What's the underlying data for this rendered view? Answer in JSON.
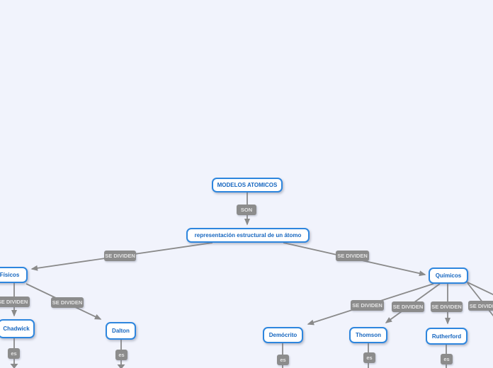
{
  "colors": {
    "background": "#f1f3fc",
    "node_fill": "#ffffff",
    "node_border": "#2e86de",
    "node_text": "#1767c0",
    "connector_line": "#8a8a8a",
    "connector_label_bg": "#8c8c8c",
    "connector_label_text": "#e3e3e3"
  },
  "diagram": {
    "title_node": "MODELOS ATOMICOS",
    "nodes": [
      {
        "id": "modelos-atomicos",
        "label": "MODELOS ATOMICOS"
      },
      {
        "id": "representacion",
        "label": "representación estructural de un átomo"
      },
      {
        "id": "fisicos",
        "label": "Físicos"
      },
      {
        "id": "quimicos",
        "label": "Químicos"
      },
      {
        "id": "chadwick",
        "label": "Chadwick"
      },
      {
        "id": "dalton",
        "label": "Dalton"
      },
      {
        "id": "democrito",
        "label": "Demócrito"
      },
      {
        "id": "thomson",
        "label": "Thomson"
      },
      {
        "id": "rutherford",
        "label": "Rutherford"
      }
    ],
    "connector_labels": [
      {
        "id": "son",
        "label": "SON"
      },
      {
        "id": "se-dividen-main-left",
        "label": "SE DIVIDEN"
      },
      {
        "id": "se-dividen-main-right",
        "label": "SE DIVIDEN"
      },
      {
        "id": "se-dividen-chadwick",
        "label": "SE DIVIDEN"
      },
      {
        "id": "se-dividen-dalton",
        "label": "SE DIVIDEN"
      },
      {
        "id": "se-dividen-democrito",
        "label": "SE DIVIDEN"
      },
      {
        "id": "se-dividen-thomson",
        "label": "SE DIVIDEN"
      },
      {
        "id": "se-dividen-rutherford",
        "label": "SE DIVIDEN"
      },
      {
        "id": "se-dividen-offscreen-right",
        "label": "SE DIVIDEN"
      },
      {
        "id": "es-chadwick",
        "label": "es"
      },
      {
        "id": "es-dalton",
        "label": "es"
      },
      {
        "id": "es-democrito",
        "label": "es"
      },
      {
        "id": "es-thomson",
        "label": "es"
      },
      {
        "id": "es-rutherford",
        "label": "es"
      }
    ]
  }
}
